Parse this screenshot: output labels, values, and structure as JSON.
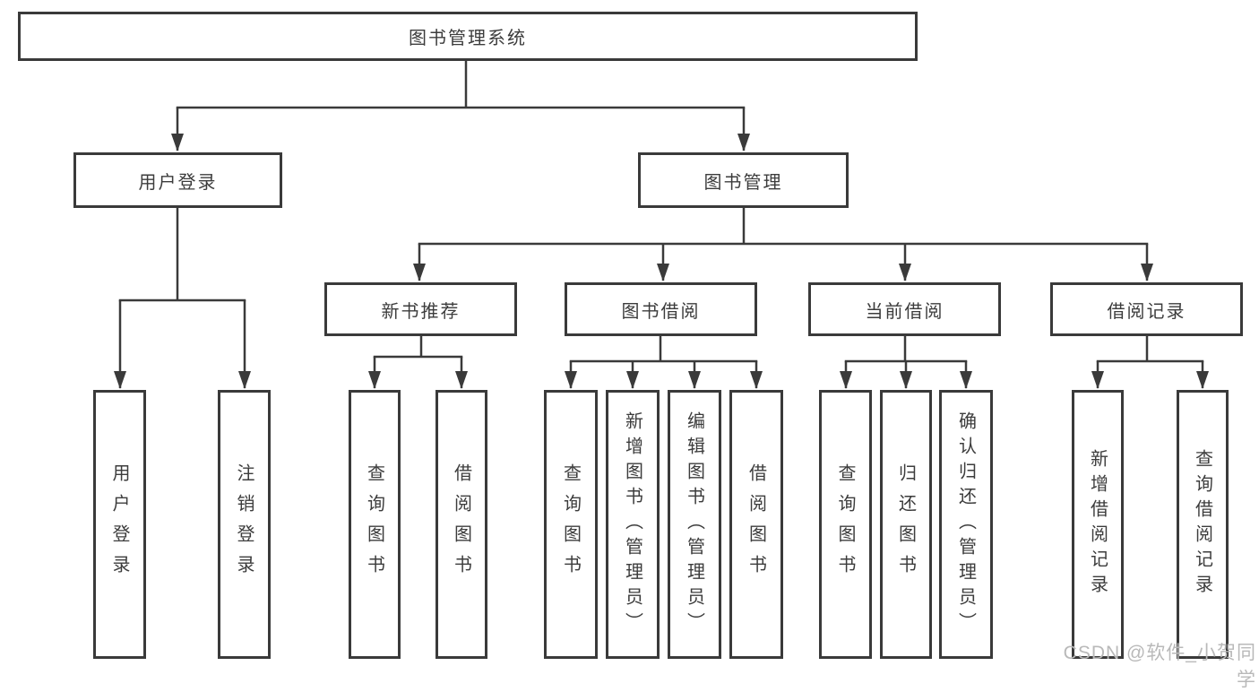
{
  "diagram_type": "hierarchy-tree",
  "root": {
    "label": "图书管理系统"
  },
  "branches": [
    {
      "label": "用户登录",
      "children": [
        {
          "label": "用户登录"
        },
        {
          "label": "注销登录"
        }
      ]
    },
    {
      "label": "图书管理",
      "children": [
        {
          "label": "新书推荐",
          "children": [
            {
              "label": "查询图书"
            },
            {
              "label": "借阅图书"
            }
          ]
        },
        {
          "label": "图书借阅",
          "children": [
            {
              "label": "查询图书"
            },
            {
              "label": "新增图书（管理员）"
            },
            {
              "label": "编辑图书（管理员）"
            },
            {
              "label": "借阅图书"
            }
          ]
        },
        {
          "label": "当前借阅",
          "children": [
            {
              "label": "查询图书"
            },
            {
              "label": "归还图书"
            },
            {
              "label": "确认归还（管理员）"
            }
          ]
        },
        {
          "label": "借阅记录",
          "children": [
            {
              "label": "新增借阅记录"
            },
            {
              "label": "查询借阅记录"
            }
          ]
        }
      ]
    }
  ],
  "watermark": {
    "text": "CSDN @软件_小贺同学"
  },
  "colors": {
    "line": "#3a3a3a",
    "text": "#3c3c3c",
    "background": "#ffffff",
    "watermark": "#b9b9b9"
  }
}
